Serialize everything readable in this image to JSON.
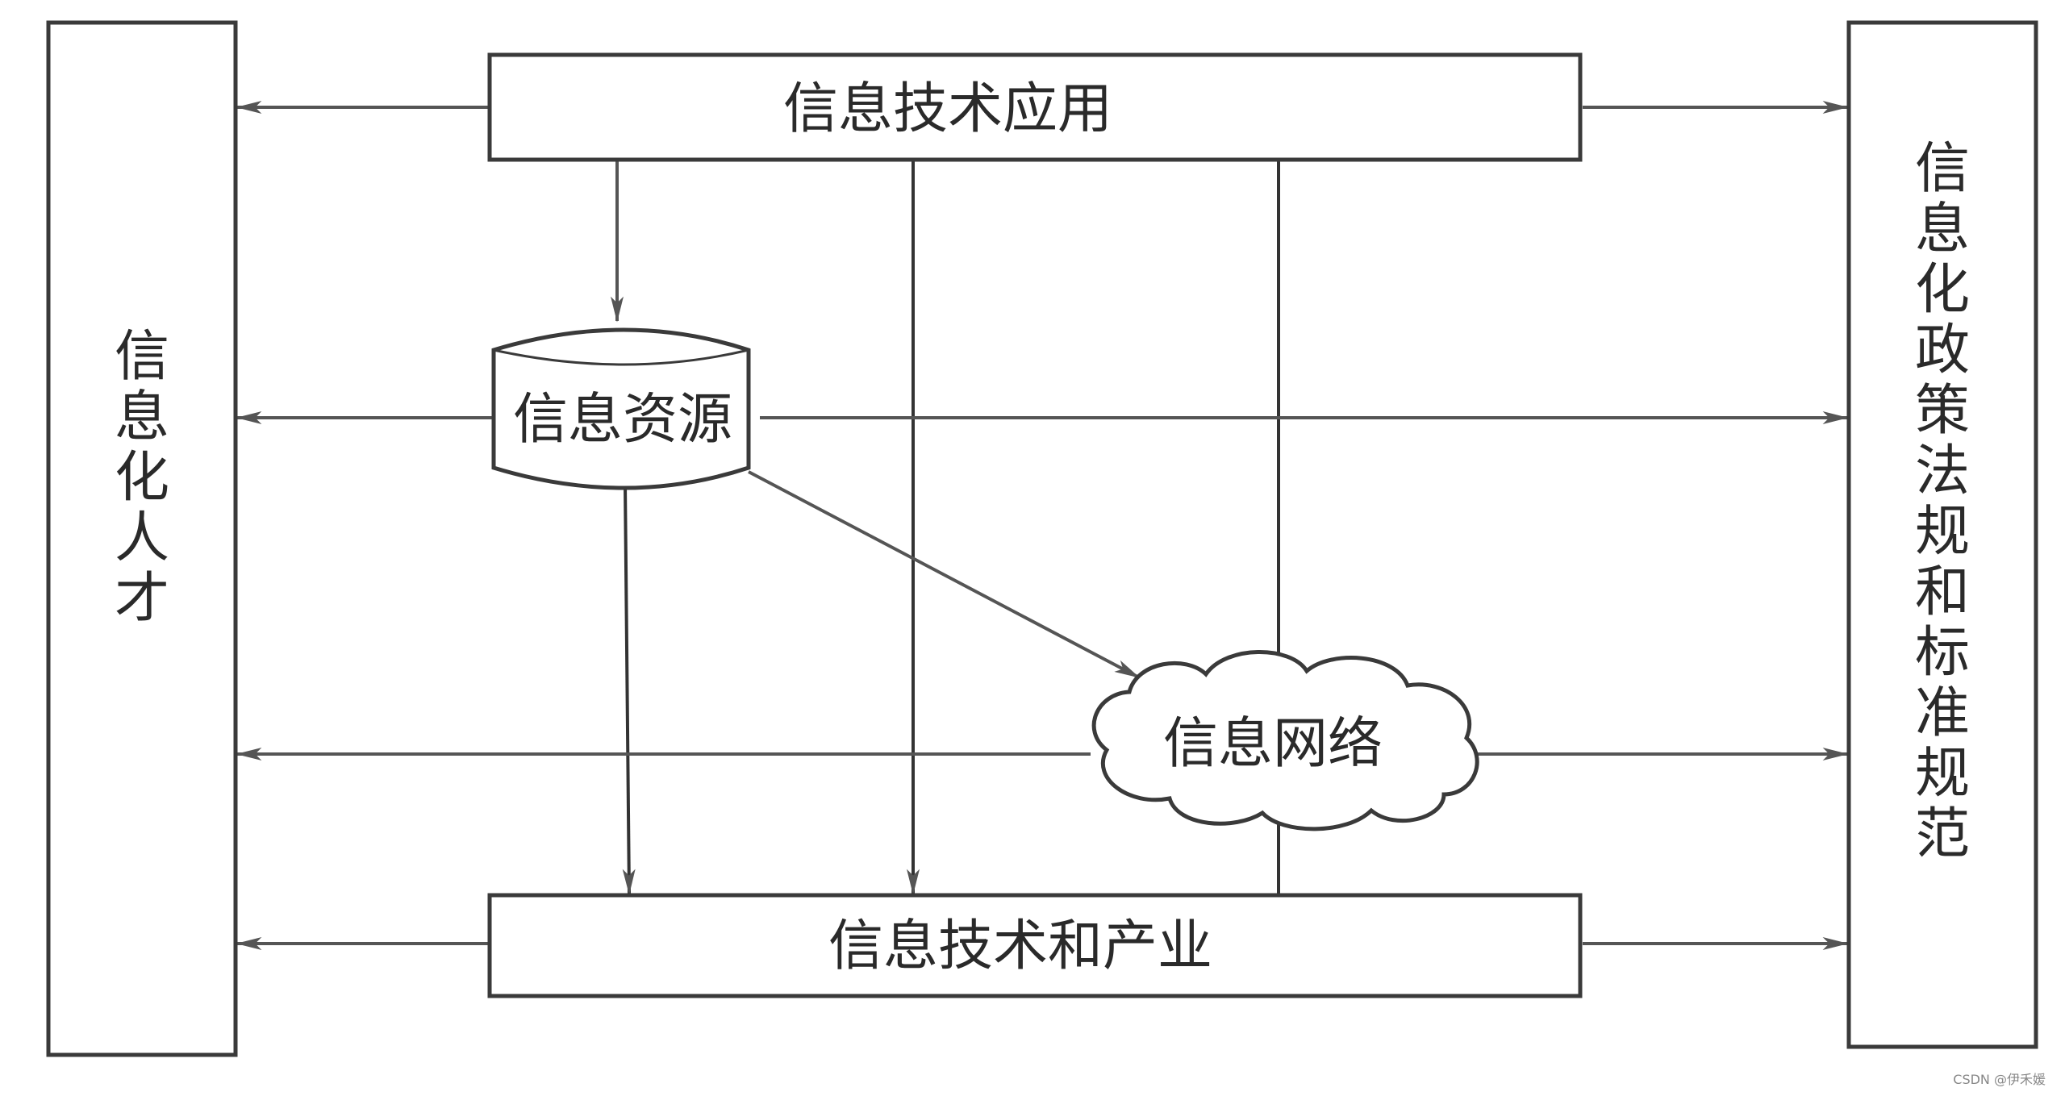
{
  "diagram": {
    "nodes": {
      "top": "信息技术应用",
      "resource": "信息资源",
      "network": "信息网络",
      "bottom": "信息技术和产业",
      "left": "信息化人才",
      "right": "信息化政策法规和标准规范"
    }
  },
  "watermark": "CSDN @伊禾媛",
  "colors": {
    "stroke": "#3a3a3a",
    "arrow": "#555555",
    "text": "#2a2a2a"
  }
}
